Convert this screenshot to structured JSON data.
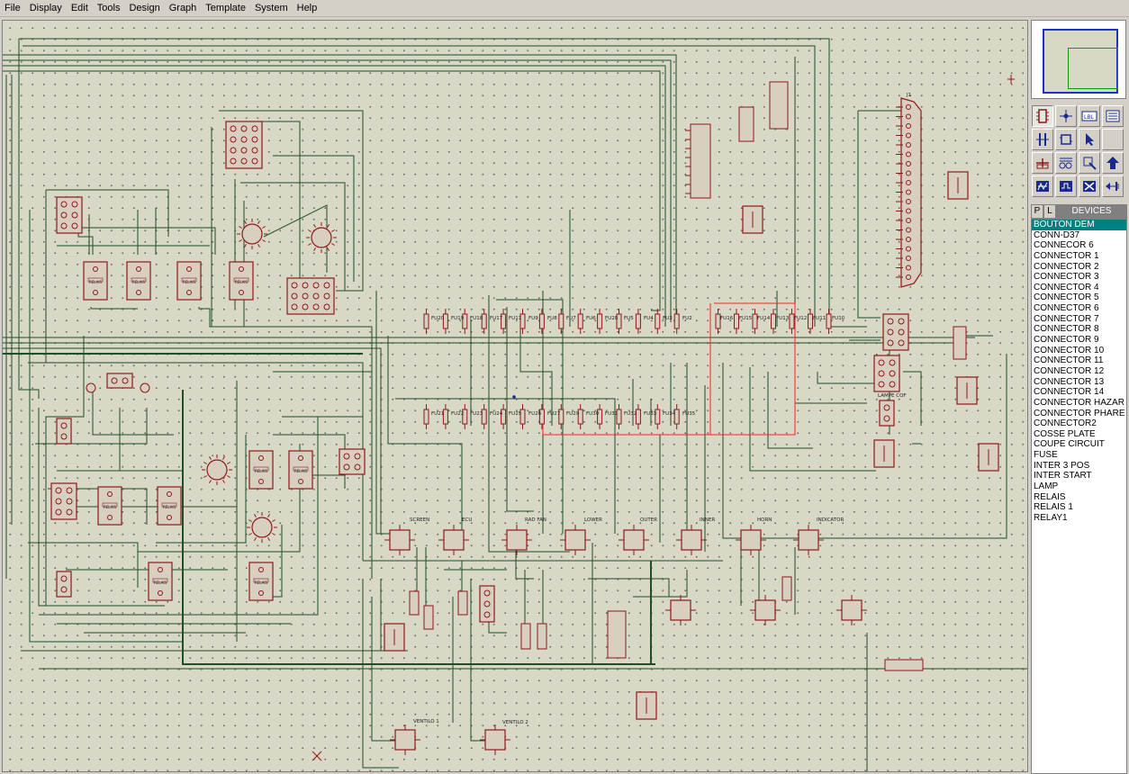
{
  "menu": [
    "File",
    "Display",
    "Edit",
    "Tools",
    "Design",
    "Graph",
    "Template",
    "System",
    "Help"
  ],
  "library": {
    "tabs": {
      "p": "P",
      "l": "L",
      "devices": "DEVICES"
    },
    "devices": [
      "BOUTON DEM",
      "CONN-D37",
      "CONNECOR 6",
      "CONNECTOR 1",
      "CONNECTOR 2",
      "CONNECTOR 3",
      "CONNECTOR 4",
      "CONNECTOR 5",
      "CONNECTOR 6",
      "CONNECTOR 7",
      "CONNECTOR 8",
      "CONNECTOR 9",
      "CONNECTOR 10",
      "CONNECTOR 11",
      "CONNECTOR 12",
      "CONNECTOR 13",
      "CONNECTOR 14",
      "CONNECTOR HAZAR",
      "CONNECTOR PHARE",
      "CONNECTOR2",
      "COSSE PLATE",
      "COUPE CIRCUIT",
      "FUSE",
      "INTER 3 POS",
      "INTER START",
      "LAMP",
      "RELAIS",
      "RELAIS 1",
      "RELAY1"
    ],
    "selected": "BOUTON DEM"
  },
  "schematic": {
    "fuse_row_1": [
      "FU20",
      "FU19",
      "FU18",
      "FU17",
      "FU11",
      "FU9",
      "FU8",
      "FU7",
      "FU6",
      "FU28",
      "FU5",
      "FU4",
      "FU3",
      "FU2"
    ],
    "fuse_row_1b": [
      "FU16",
      "FU15",
      "FU14",
      "FU13",
      "FU12",
      "FU11",
      "FU10"
    ],
    "fuse_row_2": [
      "FU21",
      "FU22",
      "FU23",
      "FU24",
      "FU25",
      "FU26",
      "FU27",
      "FU29",
      "FU30",
      "FU31",
      "FU32",
      "FU33",
      "FU34",
      "FU35"
    ],
    "component_labels": [
      "SCREEN",
      "ECU",
      "RAD FAN",
      "LOWER",
      "OUTER",
      "INNER",
      "HORN",
      "INDICATOR",
      "VENTILO 1",
      "VENTILO 2",
      "LAMPE COF",
      "J1"
    ],
    "relay_label": "RELAIS"
  },
  "colors": {
    "wire": "#1e4e2a",
    "part": "#8b1a1a",
    "selection": "#ff2020",
    "canvas": "#d9d7c5",
    "selected_item": "#008080"
  }
}
